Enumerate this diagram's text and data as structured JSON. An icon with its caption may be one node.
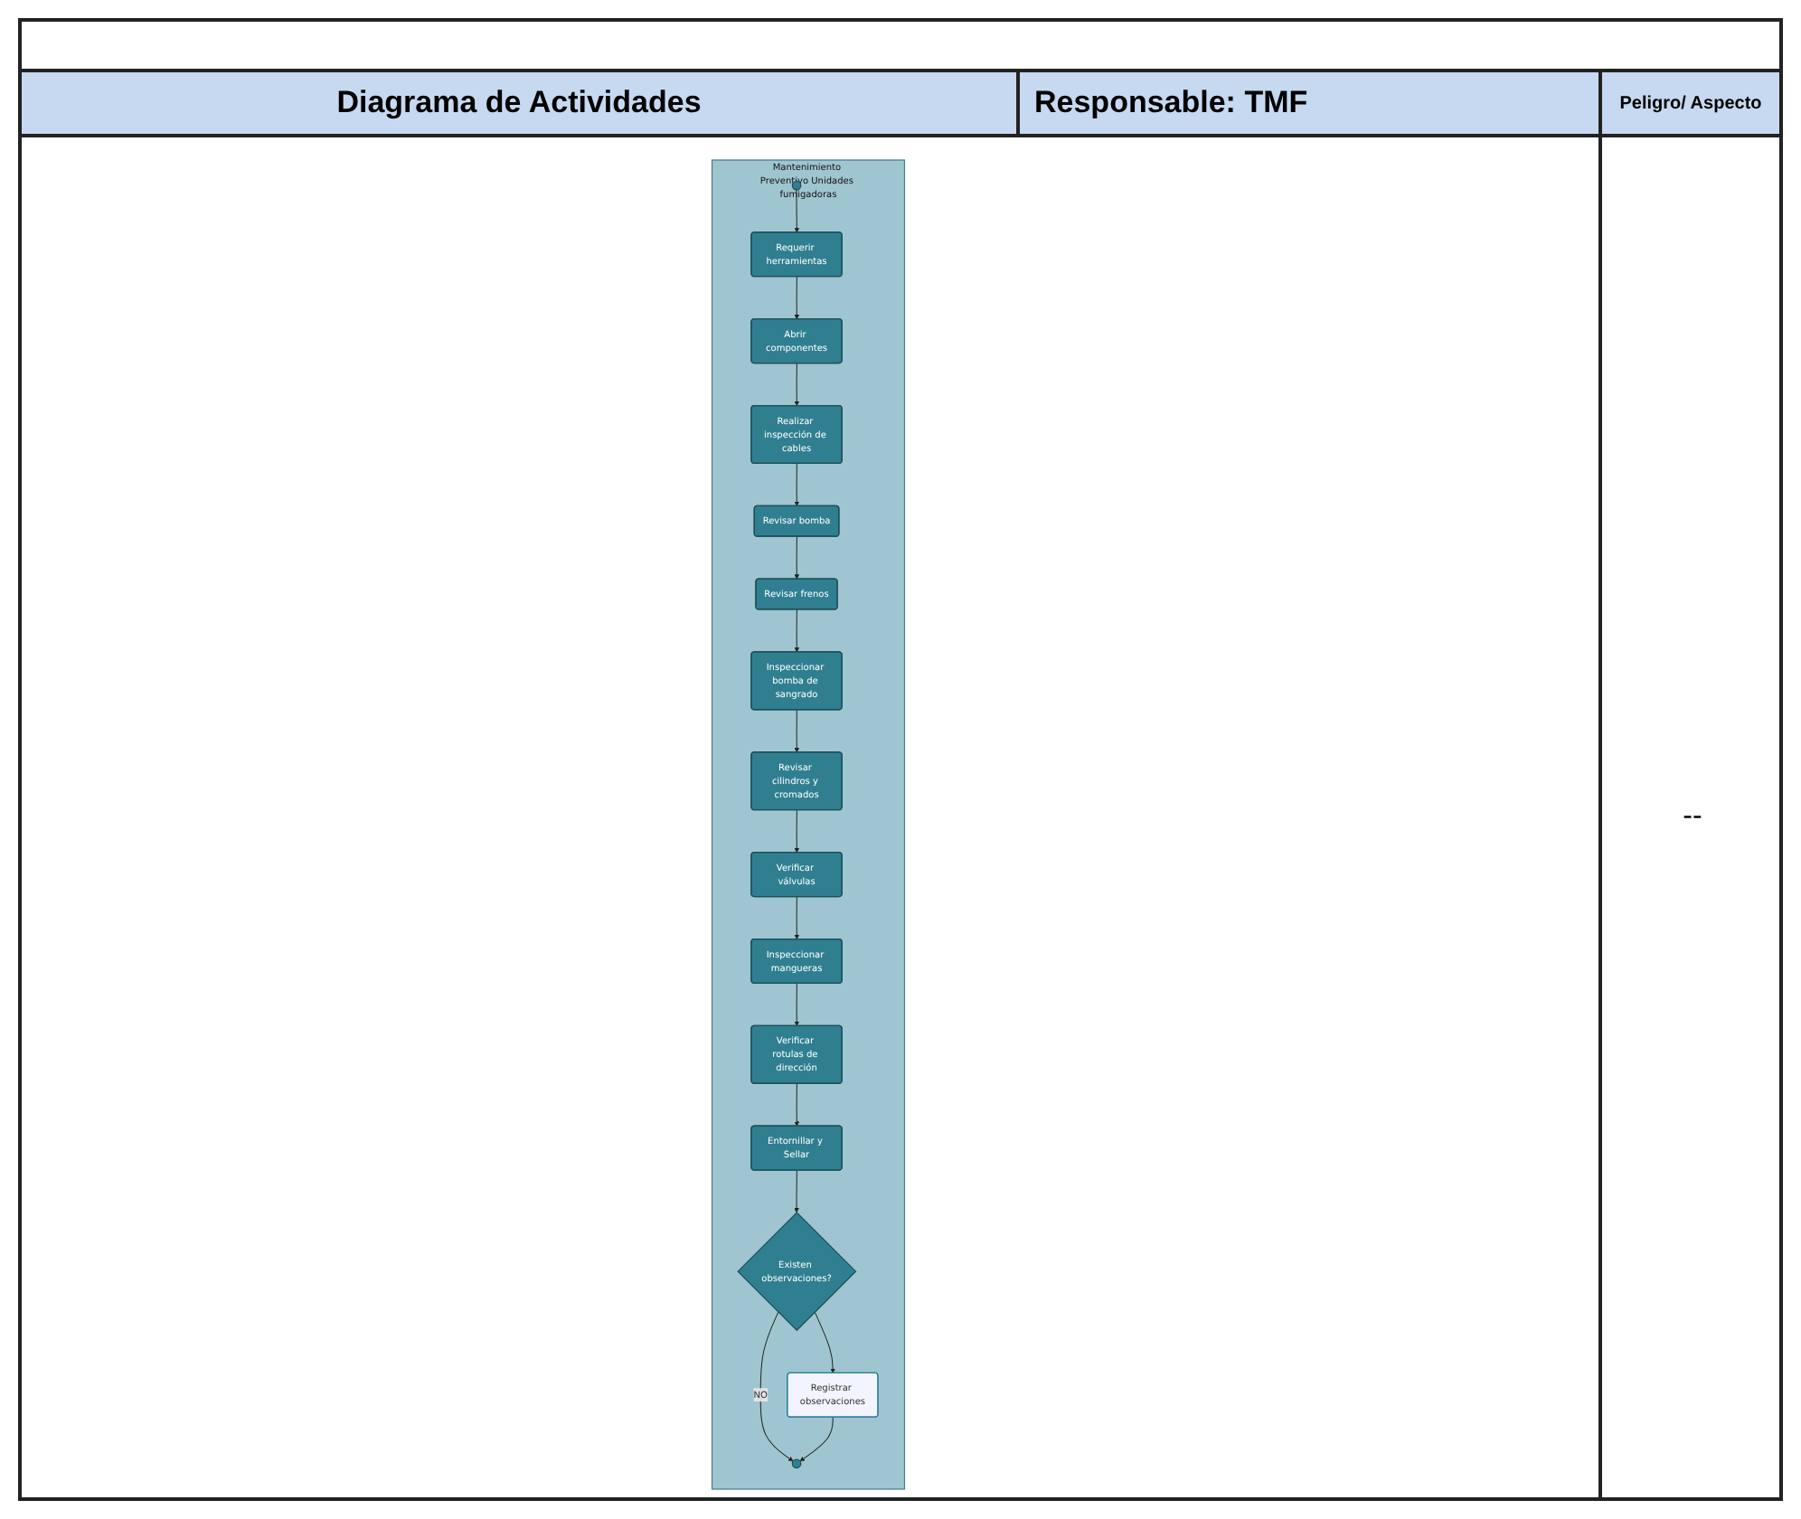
{
  "diagram": {
    "title": "Diagrama de Actividades",
    "nodes": [
      {
        "text": [
          "Mantenimiento Preventivo Unidades fumigadoras"
        ]
      },
      {
        "text": [],
        "shape": "circle",
        "in": 0
      },
      {
        "text": [
          "Requerir herramientas"
        ],
        "in": 0
      },
      {
        "text": [
          "Abrir componentes"
        ],
        "in": 0
      },
      {
        "text": [
          "Realizar inspección de cables"
        ],
        "in": 0
      },
      {
        "text": [
          "Revisar bomba"
        ],
        "in": 0
      },
      {
        "text": [
          "Revisar frenos"
        ],
        "in": 0
      },
      {
        "text": [
          "Inspeccionar bomba de sangrado"
        ],
        "in": 0
      },
      {
        "text": [
          "Revisar cilindros y cromados"
        ],
        "in": 0
      },
      {
        "text": [
          "Verificar válvulas"
        ],
        "in": 0
      },
      {
        "text": [
          "Inspeccionar mangueras"
        ],
        "in": 0
      },
      {
        "text": [
          "Verificar rotulas de dirección"
        ],
        "in": 0
      },
      {
        "text": [
          "Entornillar y Sellar"
        ],
        "in": 0
      },
      {
        "text": [
          "Existen observaciones?"
        ],
        "in": 0
      },
      {
        "text": [],
        "shape": "circle",
        "in": 0
      },
      {
        "text": [
          "Registrar observaciones"
        ],
        "in": 0
      }
    ],
    "edges": [
      {
        "from": 1,
        "to": 2,
        "arrow": "to"
      },
      {
        "from": 2,
        "to": 3,
        "arrow": "to"
      },
      {
        "from": 3,
        "to": 4,
        "arrow": "to"
      },
      {
        "from": 4,
        "to": 5,
        "arrow": "to"
      },
      {
        "from": 5,
        "to": 6,
        "arrow": "to"
      },
      {
        "from": 6,
        "to": 7,
        "arrow": "to"
      },
      {
        "from": 7,
        "to": 8,
        "arrow": "to"
      },
      {
        "from": 8,
        "to": 9,
        "arrow": "to"
      },
      {
        "from": 9,
        "to": 10,
        "arrow": "to"
      },
      {
        "from": 10,
        "to": 11,
        "arrow": "to"
      },
      {
        "from": 11,
        "to": 12,
        "arrow": "to"
      },
      {
        "from": 12,
        "to": 13,
        "arrow": "to"
      },
      {
        "from": 13,
        "to": 14,
        "label": "NO",
        "arrow": "to"
      },
      {
        "from": 13,
        "to": 15,
        "arrow": "to"
      },
      {
        "from": 15,
        "to": 14,
        "arrow": "to"
      }
    ],
    "labels": [
      "Responsable: TMF",
      "Peligro/ Aspecto",
      "--"
    ]
  }
}
